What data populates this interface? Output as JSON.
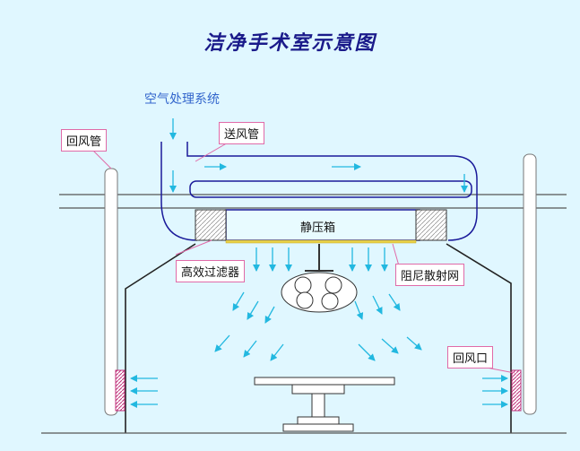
{
  "title": "洁净手术室示意图",
  "labels": {
    "air_handling": "空气处理系统",
    "supply_duct": "送风管",
    "return_duct": "回风管",
    "plenum": "静压箱",
    "hepa_filter": "高效过滤器",
    "damper_mesh": "阻尼散射网",
    "return_outlet": "回风口"
  },
  "colors": {
    "background": "#e0f7ff",
    "duct_line": "#1a1a9a",
    "arrow": "#22b8e0",
    "callout_border": "#e06aa8",
    "title": "#1a1a8a",
    "label_blue": "#3366cc"
  }
}
